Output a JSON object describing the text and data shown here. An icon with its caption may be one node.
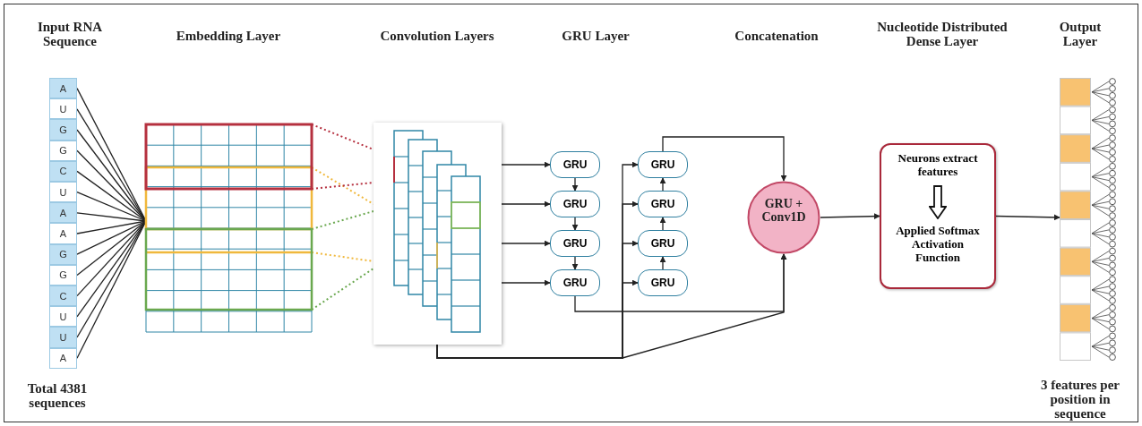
{
  "diagram": {
    "nodes": [
      {
        "text": [
          "A"
        ]
      },
      {
        "text": [
          "U"
        ]
      },
      {
        "text": [
          "G"
        ]
      },
      {
        "text": [
          "G"
        ]
      },
      {
        "text": [
          "C"
        ]
      },
      {
        "text": [
          "U"
        ]
      },
      {
        "text": [
          "A"
        ]
      },
      {
        "text": [
          "A"
        ]
      },
      {
        "text": [
          "G"
        ]
      },
      {
        "text": [
          "G"
        ]
      },
      {
        "text": [
          "C"
        ]
      },
      {
        "text": [
          "U"
        ]
      },
      {
        "text": [
          "U"
        ]
      },
      {
        "text": [
          "A"
        ]
      },
      {
        "text": [],
        "shape": "box"
      },
      {
        "text": [],
        "shape": "box"
      },
      {
        "text": [
          "GRU"
        ]
      },
      {
        "text": [
          "GRU"
        ]
      },
      {
        "text": [
          "GRU"
        ]
      },
      {
        "text": [
          "GRU"
        ]
      },
      {
        "text": [
          "GRU"
        ]
      },
      {
        "text": [
          "GRU"
        ]
      },
      {
        "text": [
          "GRU"
        ]
      },
      {
        "text": [
          "GRU"
        ]
      },
      {
        "text": [
          "GRU + Conv1D"
        ]
      },
      {
        "text": [
          "Neurons extract features",
          "Applied Softmax Activation Function"
        ]
      },
      {
        "text": [],
        "shape": "bar"
      }
    ],
    "edges": [
      {
        "from": 0,
        "to": 14,
        "arrow": "none"
      },
      {
        "from": 1,
        "to": 14,
        "arrow": "none"
      },
      {
        "from": 2,
        "to": 14,
        "arrow": "none"
      },
      {
        "from": 3,
        "to": 14,
        "arrow": "none"
      },
      {
        "from": 4,
        "to": 14,
        "arrow": "none"
      },
      {
        "from": 5,
        "to": 14,
        "arrow": "none"
      },
      {
        "from": 6,
        "to": 14,
        "arrow": "none"
      },
      {
        "from": 7,
        "to": 14,
        "arrow": "none"
      },
      {
        "from": 8,
        "to": 14,
        "arrow": "none"
      },
      {
        "from": 9,
        "to": 14,
        "arrow": "none"
      },
      {
        "from": 10,
        "to": 14,
        "arrow": "none"
      },
      {
        "from": 11,
        "to": 14,
        "arrow": "none"
      },
      {
        "from": 12,
        "to": 14,
        "arrow": "none"
      },
      {
        "from": 13,
        "to": 14,
        "arrow": "none"
      },
      {
        "from": 14,
        "to": 15,
        "arrow": "none",
        "style": "dashed",
        "color": "#b5303f"
      },
      {
        "from": 14,
        "to": 15,
        "arrow": "none",
        "style": "dashed",
        "color": "#f0b83c"
      },
      {
        "from": 14,
        "to": 15,
        "arrow": "none",
        "style": "dashed",
        "color": "#b5303f"
      },
      {
        "from": 14,
        "to": 15,
        "arrow": "none",
        "style": "dashed",
        "color": "#6aa84f"
      },
      {
        "from": 14,
        "to": 15,
        "arrow": "none",
        "style": "dashed",
        "color": "#f0b83c"
      },
      {
        "from": 14,
        "to": 15,
        "arrow": "none",
        "style": "dashed",
        "color": "#6aa84f"
      },
      {
        "from": 15,
        "to": 16,
        "arrow": "to"
      },
      {
        "from": 15,
        "to": 17,
        "arrow": "to"
      },
      {
        "from": 15,
        "to": 18,
        "arrow": "to"
      },
      {
        "from": 15,
        "to": 19,
        "arrow": "to"
      },
      {
        "from": 16,
        "to": 17,
        "arrow": "to"
      },
      {
        "from": 17,
        "to": 18,
        "arrow": "to"
      },
      {
        "from": 18,
        "to": 19,
        "arrow": "to"
      },
      {
        "from": 15,
        "to": 20,
        "arrow": "to"
      },
      {
        "from": 15,
        "to": 21,
        "arrow": "to"
      },
      {
        "from": 15,
        "to": 22,
        "arrow": "to"
      },
      {
        "from": 15,
        "to": 23,
        "arrow": "to"
      },
      {
        "from": 23,
        "to": 22,
        "arrow": "to"
      },
      {
        "from": 22,
        "to": 21,
        "arrow": "to"
      },
      {
        "from": 21,
        "to": 20,
        "arrow": "to"
      },
      {
        "from": 20,
        "to": 24,
        "arrow": "to"
      },
      {
        "from": 19,
        "to": 24,
        "arrow": "to"
      },
      {
        "from": 15,
        "to": 24,
        "arrow": "to"
      },
      {
        "from": 24,
        "to": 25,
        "arrow": "to"
      },
      {
        "from": 25,
        "to": 26,
        "arrow": "to"
      }
    ],
    "labels": [
      "Input RNA Sequence",
      "Embedding Layer",
      "Convolution Layers",
      "GRU Layer",
      "Concatenation",
      "Nucleotide Distributed Dense Layer",
      "Output Layer",
      "Total 4381 sequences",
      "3 features per position in sequence"
    ]
  }
}
